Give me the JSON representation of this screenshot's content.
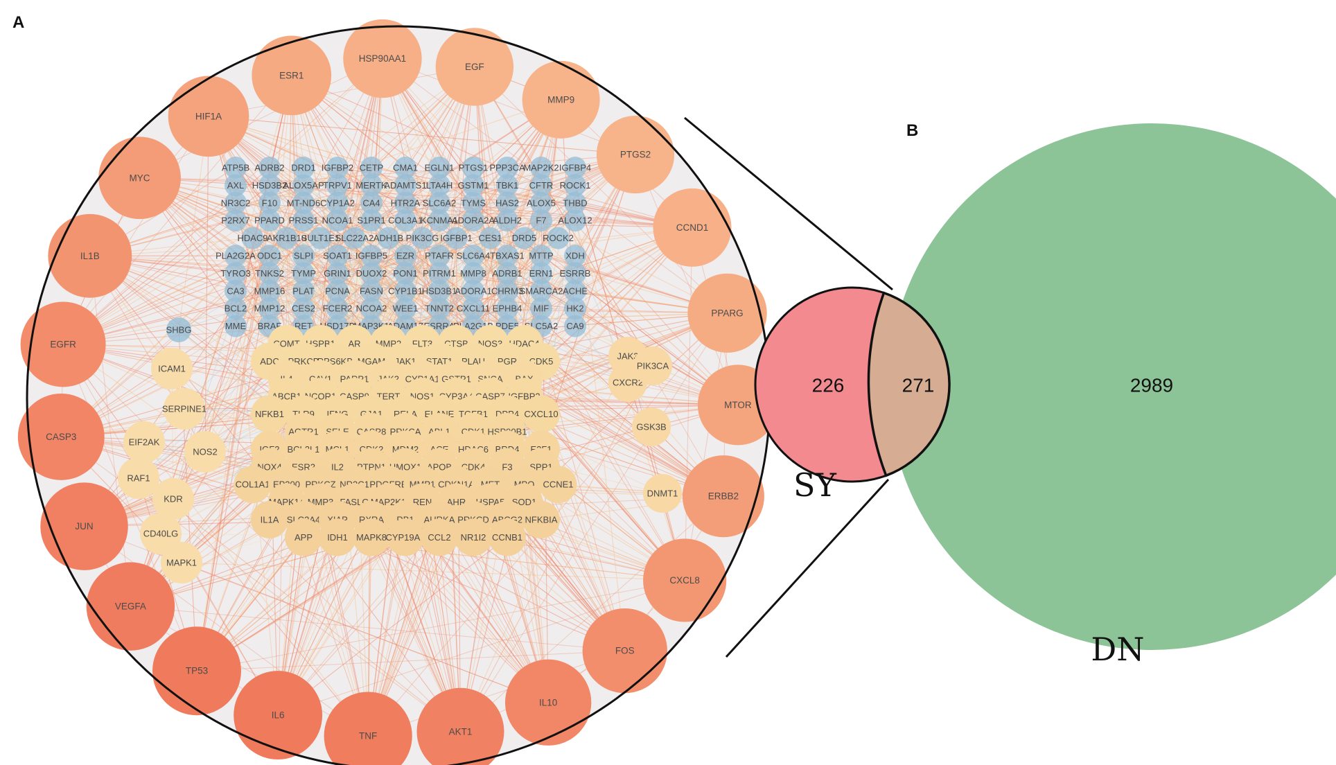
{
  "panels": {
    "a": "A",
    "b": "B"
  },
  "network": {
    "outer_ring": [
      "HIF1A",
      "ESR1",
      "HSP90AA1",
      "EGF",
      "MMP9",
      "PTGS2",
      "CCND1",
      "PPARG",
      "MTOR",
      "ERBB2",
      "CXCL8",
      "FOS",
      "IL10",
      "AKT1",
      "TNF",
      "IL6",
      "TP53",
      "VEGFA",
      "JUN",
      "CASP3",
      "EGFR",
      "IL1B",
      "MYC"
    ],
    "rows": [
      [
        "ATP5B",
        "ADRB2",
        "DRD1",
        "IGFBP2",
        "CETP",
        "CMA1",
        "EGLN1",
        "PTGS1",
        "PPP3CA",
        "MAP2K2",
        "IGFBP4"
      ],
      [
        "AXL",
        "HSD3B2",
        "ALOX5AP",
        "TRPV1",
        "MERTK",
        "ADAMTS1",
        "LTA4H",
        "GSTM1",
        "TBK1",
        "CFTR",
        "ROCK1"
      ],
      [
        "NR3C2",
        "F10",
        "MT-ND6",
        "CYP1A2",
        "CA4",
        "HTR2A",
        "SLC6A2",
        "TYMS",
        "HAS2",
        "ALOX5",
        "THBD"
      ],
      [
        "P2RX7",
        "PPARD",
        "PRSS1",
        "NCOA1",
        "S1PR1",
        "COL3A1",
        "KCNMA1",
        "ADORA2A",
        "ALDH2",
        "F7",
        "ALOX12"
      ],
      [
        "HDAC9",
        "AKR1B10",
        "SULT1E1",
        "SLC22A2",
        "ADH1B",
        "PIK3CG",
        "IGFBP1",
        "CES1",
        "DRD5",
        "ROCK2"
      ],
      [
        "PLA2G2A",
        "ODC1",
        "SLPI",
        "SOAT1",
        "IGFBP5",
        "EZR",
        "PTAFR",
        "SLC6A4",
        "TBXAS1",
        "MTTP",
        "XDH"
      ],
      [
        "TYRO3",
        "TNKS2",
        "TYMP",
        "GRIN1",
        "DUOX2",
        "PON1",
        "PITRM1",
        "MMP8",
        "ADRB1",
        "ERN1",
        "ESRRB"
      ],
      [
        "CA3",
        "MMP16",
        "PLAT",
        "PCNA",
        "FASN",
        "CYP1B1",
        "HSD3B1",
        "ADORA1",
        "CHRM3",
        "SMARCA2",
        "ACHE"
      ],
      [
        "BCL2",
        "MMP12",
        "CES2",
        "FCER2",
        "NCOA2",
        "WEE1",
        "TNNT2",
        "CXCL11",
        "EPHB4",
        "MIF",
        "HK2"
      ],
      [
        "MME",
        "BRAF",
        "RET",
        "HSD17B",
        "MAP3K1",
        "ADAM17",
        "ESRRA",
        "PLA2G1B",
        "PDE5",
        "SLC5A2",
        "CA9"
      ],
      [
        "COMT",
        "HSPB1",
        "AR",
        "MMP2",
        "FLT3",
        "CTSB",
        "NOS3",
        "HDAC4"
      ],
      [
        "ADC",
        "PRKCB",
        "RPS6KB1",
        "MGAM",
        "JAK1",
        "STAT1",
        "PLAU",
        "PGR",
        "CDK5"
      ],
      [
        "IL4",
        "CAV1",
        "PARP1",
        "JAK2",
        "CYP1A1",
        "GSTP1",
        "SNCA",
        "BAX"
      ],
      [
        "ABCB1",
        "NCOR1",
        "CASP9",
        "TERT",
        "NOS1",
        "CYP3A4",
        "CASP7",
        "IGFBP3"
      ],
      [
        "NFKB1",
        "TLR9",
        "IFNG",
        "GJA1",
        "RELA",
        "ELANE",
        "TGFB1",
        "DPP4",
        "CXCL10"
      ],
      [
        "AGTR1",
        "SELE",
        "CASP8",
        "PRKCA",
        "ABL1",
        "CDK1",
        "HSP90B1"
      ],
      [
        "IGF2",
        "BCL2L1",
        "MCL1",
        "CDK2",
        "MDM2",
        "ACE",
        "HDAC6",
        "BRD4",
        "E2F1"
      ],
      [
        "NOX4",
        "ESR2",
        "IL2",
        "PTPN1",
        "HMOX1",
        "APOB",
        "CDK4",
        "F3",
        "SPP1"
      ],
      [
        "COL1A1",
        "EP300",
        "PRKCZ",
        "NR3C1",
        "PDGFRB",
        "MMP1",
        "CDKN1A",
        "MET",
        "MPO",
        "CCNE1"
      ],
      [
        "MAPK14",
        "MMP3",
        "FASLG",
        "MAP2K1",
        "REN",
        "AHR",
        "HSPA5",
        "SOD1"
      ],
      [
        "IL1A",
        "SLC2A4",
        "XIAP",
        "RXRA",
        "RB1",
        "AURKA",
        "PRKCD",
        "ABCG2",
        "NFKBIA"
      ],
      [
        "APP",
        "IDH1",
        "MAPK8",
        "CYP19A1",
        "CCL2",
        "NR1I2",
        "CCNB1"
      ]
    ],
    "left_extra": [
      "SHBG",
      "ICAM1",
      "SERPINE1",
      "EIF2AK",
      "NOS2",
      "RAF1",
      "KDR",
      "CD40LG",
      "MAPK1"
    ],
    "right_extra": [
      "JAK3",
      "CXCR2",
      "PIK3CA",
      "GSK3B",
      "DNMT1"
    ]
  },
  "venn": {
    "left_only": "226",
    "intersection": "271",
    "right_only": "2989",
    "left_label": "SY",
    "right_label": "DN",
    "colors": {
      "left": "#f28a90",
      "right": "#8cc498",
      "overlap": "#d6ad92"
    }
  }
}
